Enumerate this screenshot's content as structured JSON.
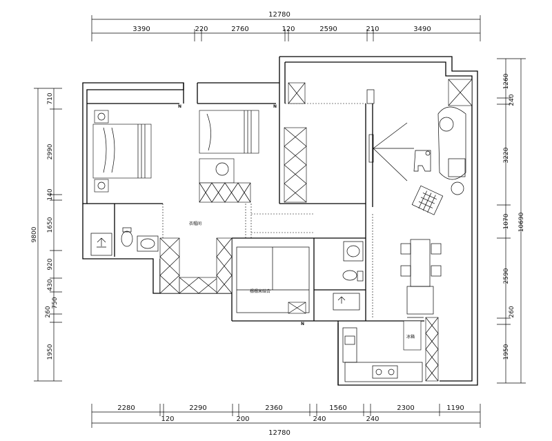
{
  "dimensions": {
    "top_total": "12780",
    "top_segments": [
      "3390",
      "220",
      "2760",
      "120",
      "2590",
      "210",
      "3490"
    ],
    "bottom_total": "12780",
    "bottom_segments": [
      "2280",
      "120",
      "2290",
      "200",
      "2360",
      "240",
      "1560",
      "240",
      "2300",
      "1190"
    ],
    "left_total": "9800",
    "left_segments": [
      "710",
      "2990",
      "140",
      "1650",
      "920",
      "430",
      "750",
      "260",
      "1950"
    ],
    "right_total": "10690",
    "right_segments": [
      "1260",
      "240",
      "3220",
      "1070",
      "2590",
      "260",
      "1950"
    ]
  },
  "labels": {
    "corridor": "衣帽间",
    "study": "榻榻米结合",
    "fridge": "冰箱"
  },
  "markers": {
    "north": "N"
  }
}
